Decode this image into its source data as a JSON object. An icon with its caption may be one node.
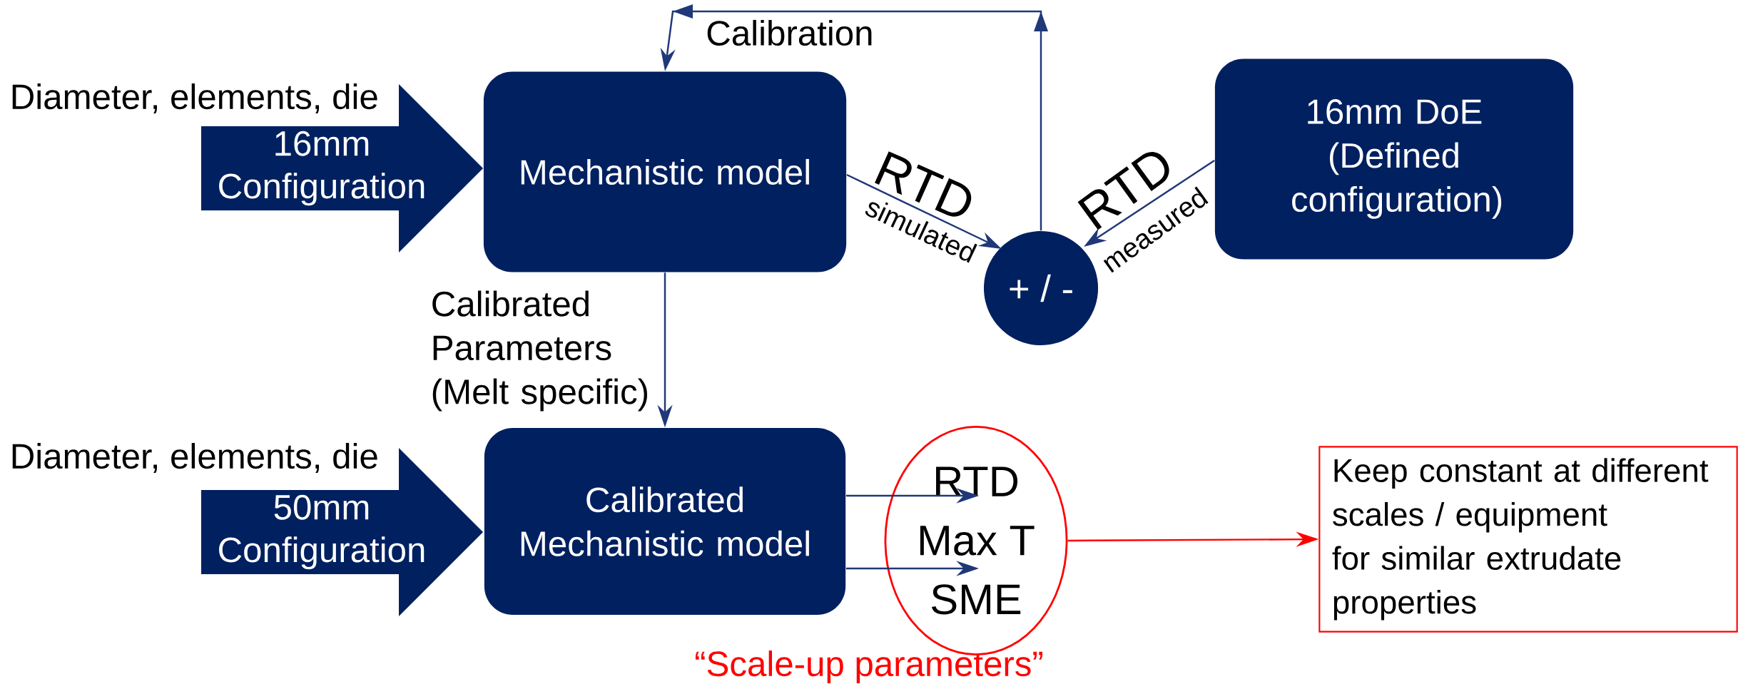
{
  "diagram": {
    "nodes": [
      {
        "text": [
          "16mm Configuration"
        ],
        "beside": [
          "Diameter, elements, die"
        ]
      },
      {
        "text": [
          "Mechanistic model"
        ]
      },
      {
        "text": [
          "+ / -"
        ]
      },
      {
        "text": [
          "16mm DoE (Defined configuration)"
        ]
      },
      {
        "text": [
          "50mm Configuration"
        ],
        "beside": [
          "Diameter, elements, die"
        ]
      },
      {
        "text": [
          "Calibrated Mechanistic model"
        ]
      },
      {
        "text": [
          "RTD",
          "Max T",
          "SME"
        ],
        "beside": [
          "“Scale-up parameters”"
        ]
      },
      {
        "text": [
          "Keep constant at different scales / equipment for similar extrudate properties"
        ]
      }
    ],
    "edges": [
      {
        "from": 1,
        "to": 2,
        "arrow": "to",
        "label": "RTD"
      },
      {
        "from": 3,
        "to": 2,
        "arrow": "to",
        "label": "RTD"
      },
      {
        "from": 2,
        "to": 1,
        "arrow": "to",
        "label": "Calibration"
      },
      {
        "from": 1,
        "to": 5,
        "arrow": "to",
        "label": "Calibrated Parameters (Melt specific)"
      },
      {
        "from": 5,
        "to": 6,
        "arrow": "to"
      },
      {
        "from": 5,
        "to": 6,
        "arrow": "to"
      },
      {
        "from": 6,
        "to": 7,
        "arrow": "to",
        "color": "#ff0000"
      }
    ],
    "labels": [
      "simulated",
      "measured"
    ]
  }
}
